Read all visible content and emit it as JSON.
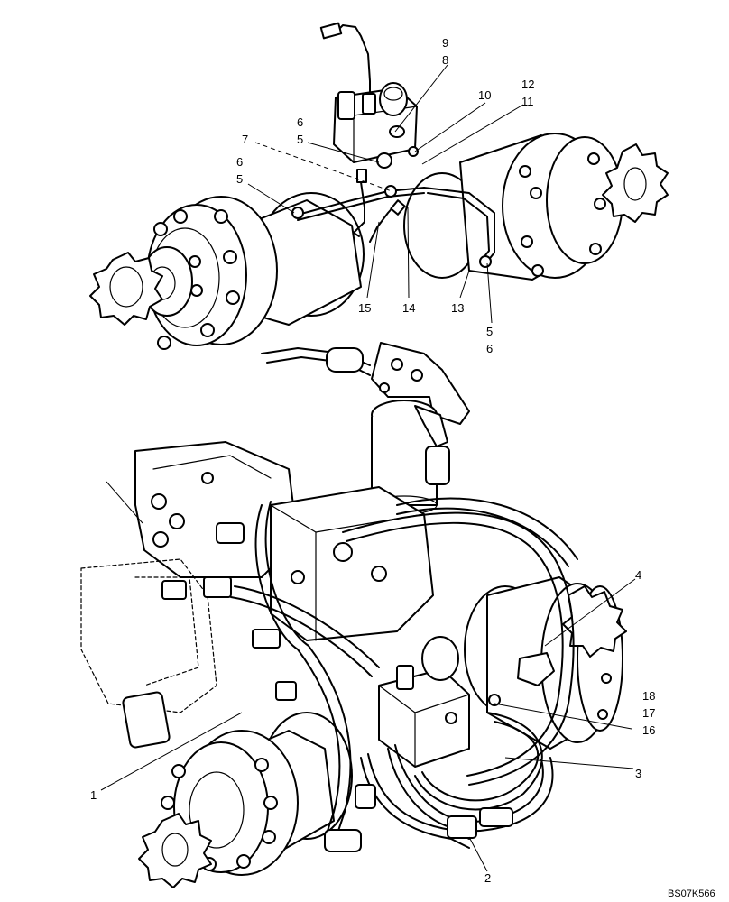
{
  "callouts": {
    "c1": "1",
    "c2": "2",
    "c3": "3",
    "c4": "4",
    "c5a": "5",
    "c5b": "5",
    "c5c": "5",
    "c6a": "6",
    "c6b": "6",
    "c6c": "6",
    "c7": "7",
    "c8": "8",
    "c9": "9",
    "c10": "10",
    "c11": "11",
    "c12": "12",
    "c13": "13",
    "c14": "14",
    "c15": "15",
    "c16": "16",
    "c17": "17",
    "c18": "18"
  },
  "document_id": "BS07K566"
}
